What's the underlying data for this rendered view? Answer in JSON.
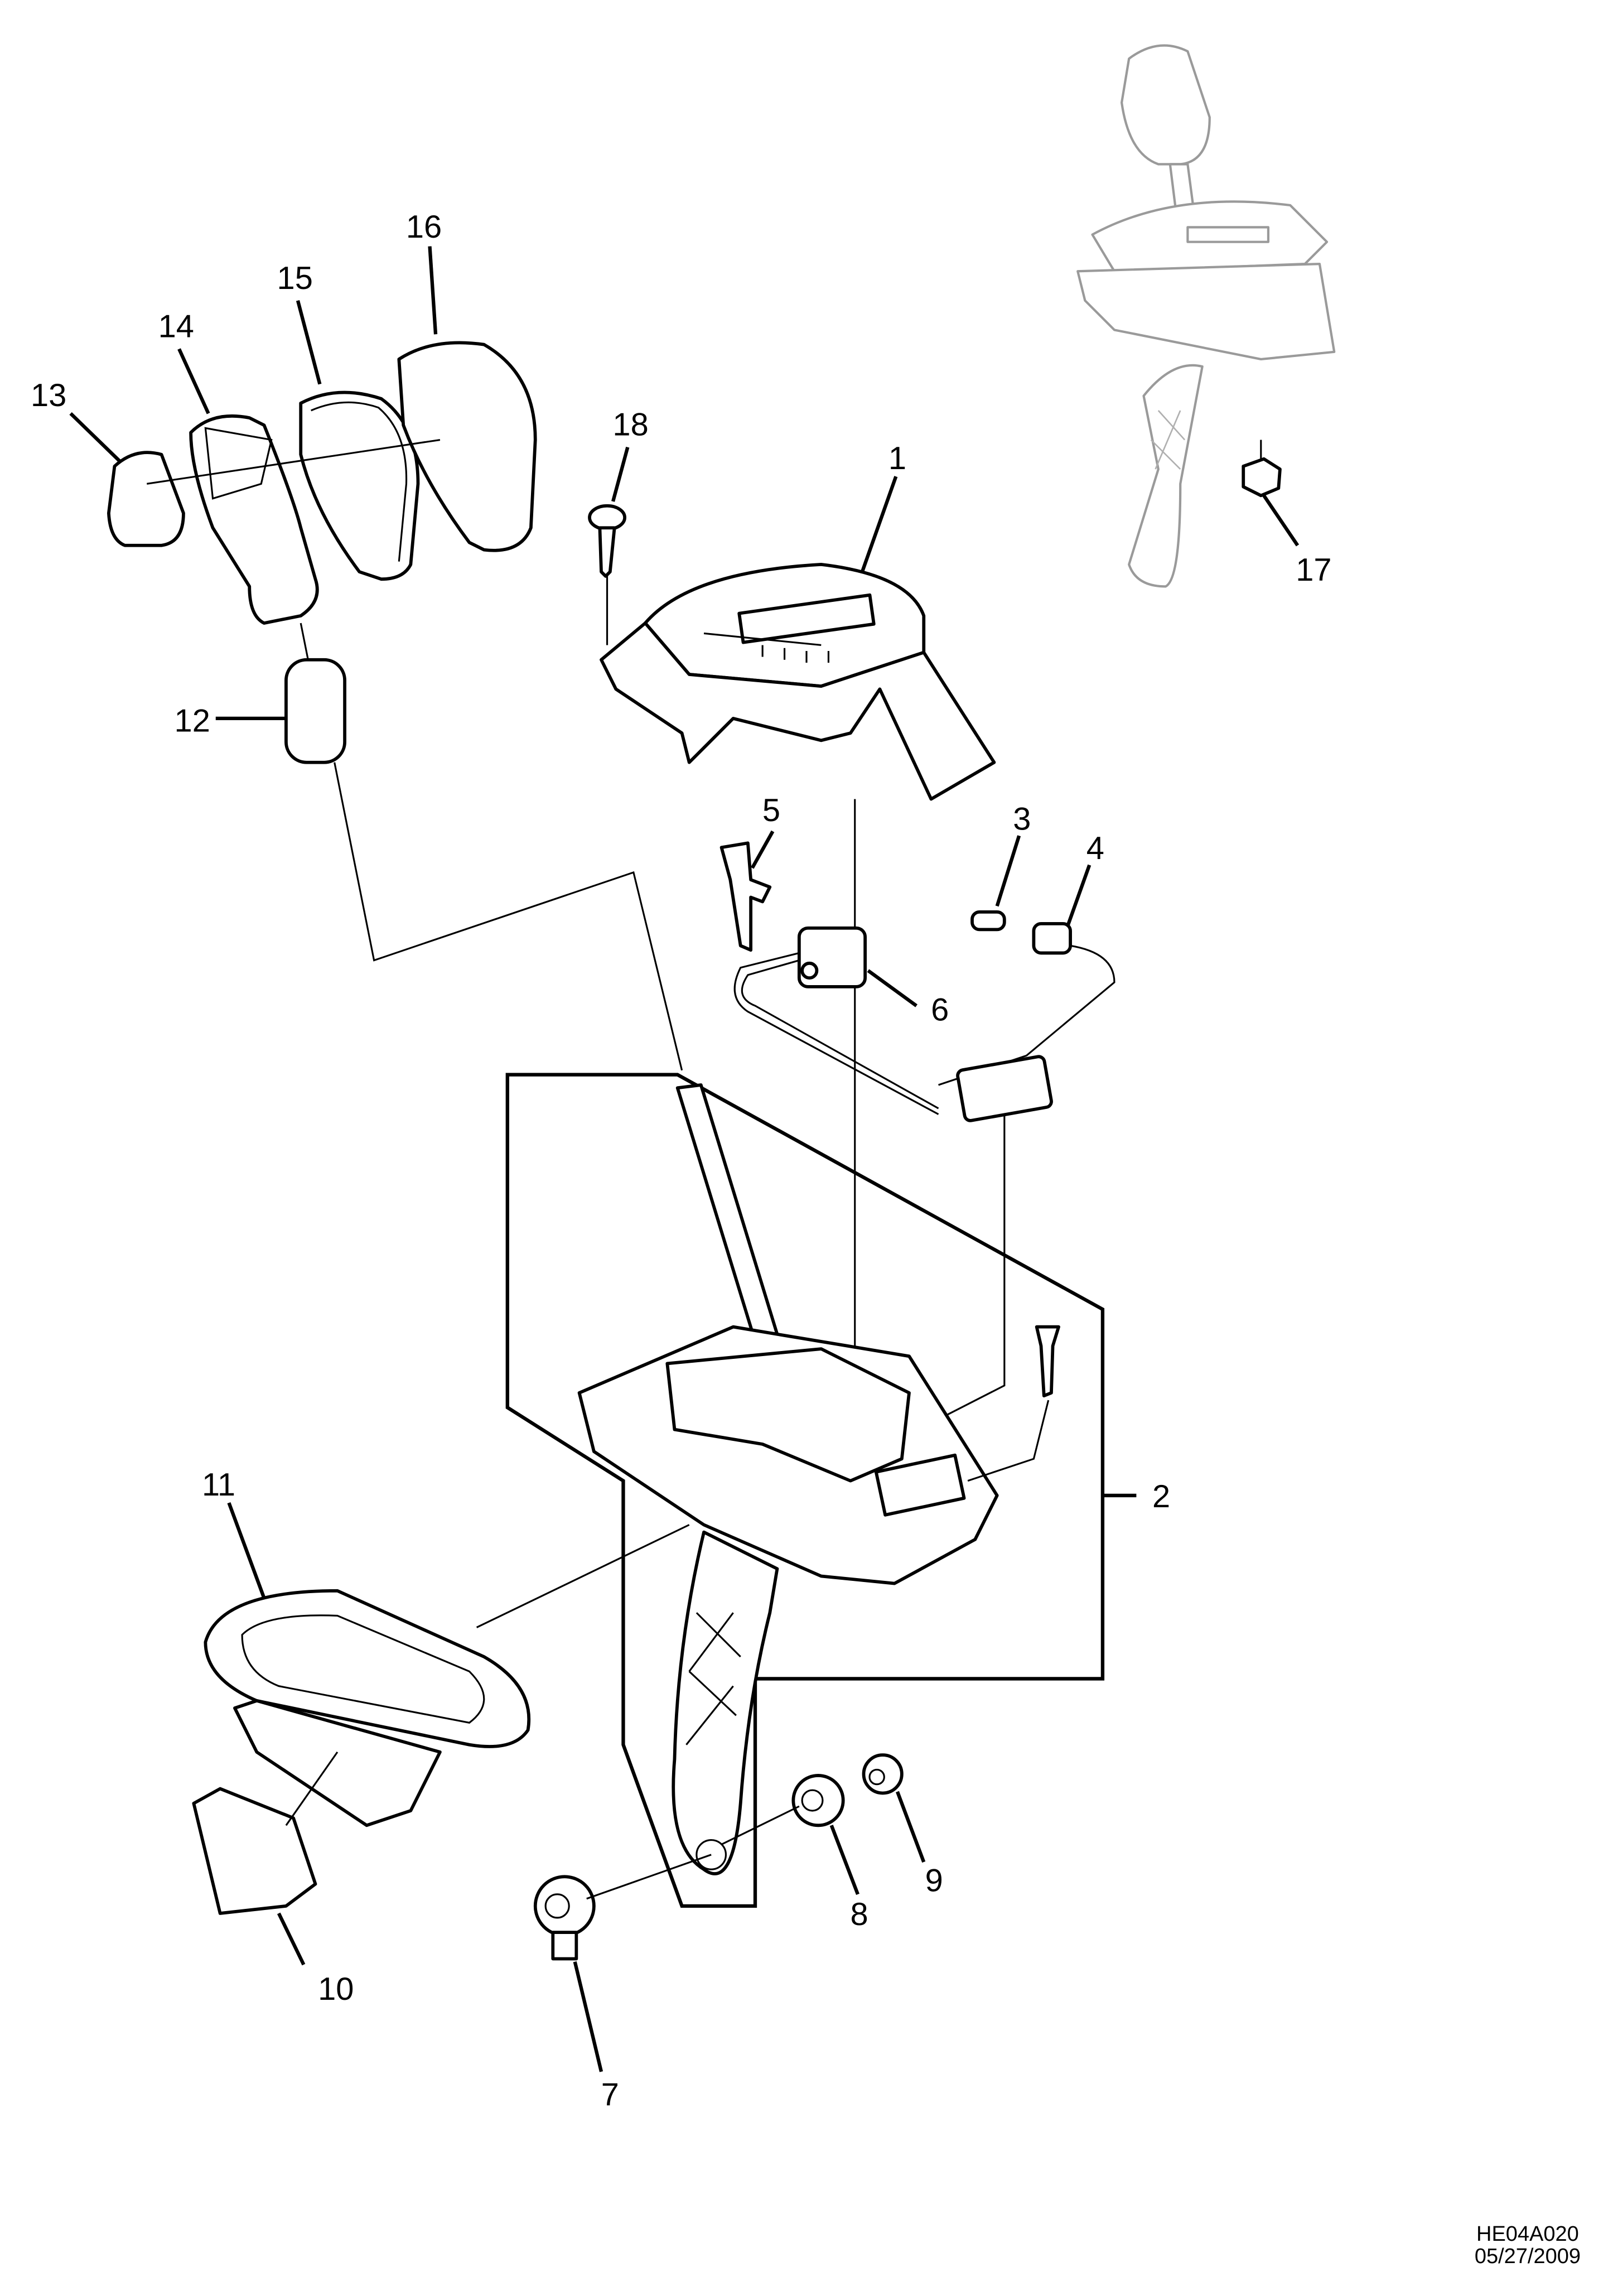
{
  "diagram": {
    "callouts": [
      "1",
      "2",
      "3",
      "4",
      "5",
      "6",
      "7",
      "8",
      "9",
      "10",
      "11",
      "12",
      "13",
      "14",
      "15",
      "16",
      "17",
      "18"
    ]
  },
  "footer": {
    "code": "HE04A020",
    "date": "05/27/2009"
  }
}
